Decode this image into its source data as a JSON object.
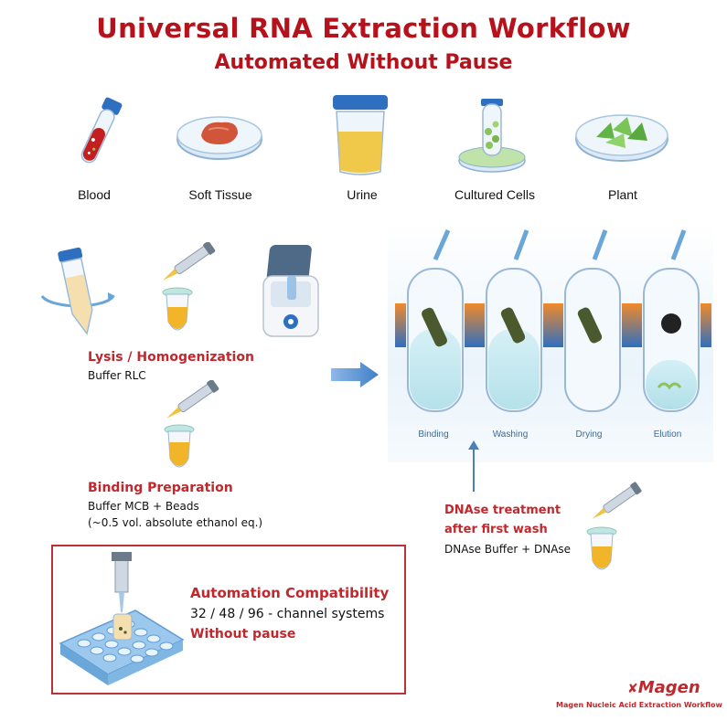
{
  "header": {
    "title": "Universal RNA Extraction Workflow",
    "subtitle": "Automated Without Pause"
  },
  "samples": [
    {
      "label": "Blood",
      "icon": "blood-tube-icon"
    },
    {
      "label": "Soft Tissue",
      "icon": "tissue-dish-icon"
    },
    {
      "label": "Urine",
      "icon": "urine-cup-icon"
    },
    {
      "label": "Cultured  Cells",
      "icon": "cell-culture-icon"
    },
    {
      "label": "Plant",
      "icon": "plant-dish-icon"
    }
  ],
  "lysis": {
    "title": "Lysis / Homogenization",
    "buffer": "Buffer RLC"
  },
  "binding_prep": {
    "title": "Binding  Preparation",
    "line1": "Buffer MCB + Beads",
    "line2": "(~0.5 vol. absolute ethanol eq.)"
  },
  "steps": [
    {
      "label": "Binding"
    },
    {
      "label": "Washing"
    },
    {
      "label": "Drying"
    },
    {
      "label": "Elution"
    }
  ],
  "dnase": {
    "title_line1": "DNAse treatment",
    "title_line2": "after first wash",
    "buffer": "DNAse Buffer + DNAse"
  },
  "automation": {
    "title": "Automation Compatibility",
    "channels": "32 / 48 / 96 - channel  systems",
    "no_pause": "Without  pause"
  },
  "brand": {
    "logo": "Magen",
    "caption": "Magen Nucleic Acid Extraction Workflow"
  },
  "colors": {
    "title_red": "#b5121b",
    "accent_blue": "#3f7fc7",
    "label_red": "#c0282d"
  }
}
